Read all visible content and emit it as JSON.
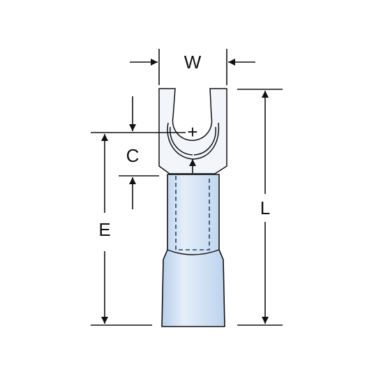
{
  "colors": {
    "background": "#ffffff",
    "line": "#111111",
    "tongue_fill": "#f2f6fb",
    "sleeve_fill": "#c8dcf2",
    "sleeve_highlight": "#e4eef9",
    "sleeve_dashes": "#2a3f6a"
  },
  "labels": {
    "w": "W",
    "c": "C",
    "e": "E",
    "l": "L",
    "center_mark": "+"
  },
  "icons": {
    "dimension_arrow": "arrow-icon",
    "center_mark": "plus-icon"
  }
}
